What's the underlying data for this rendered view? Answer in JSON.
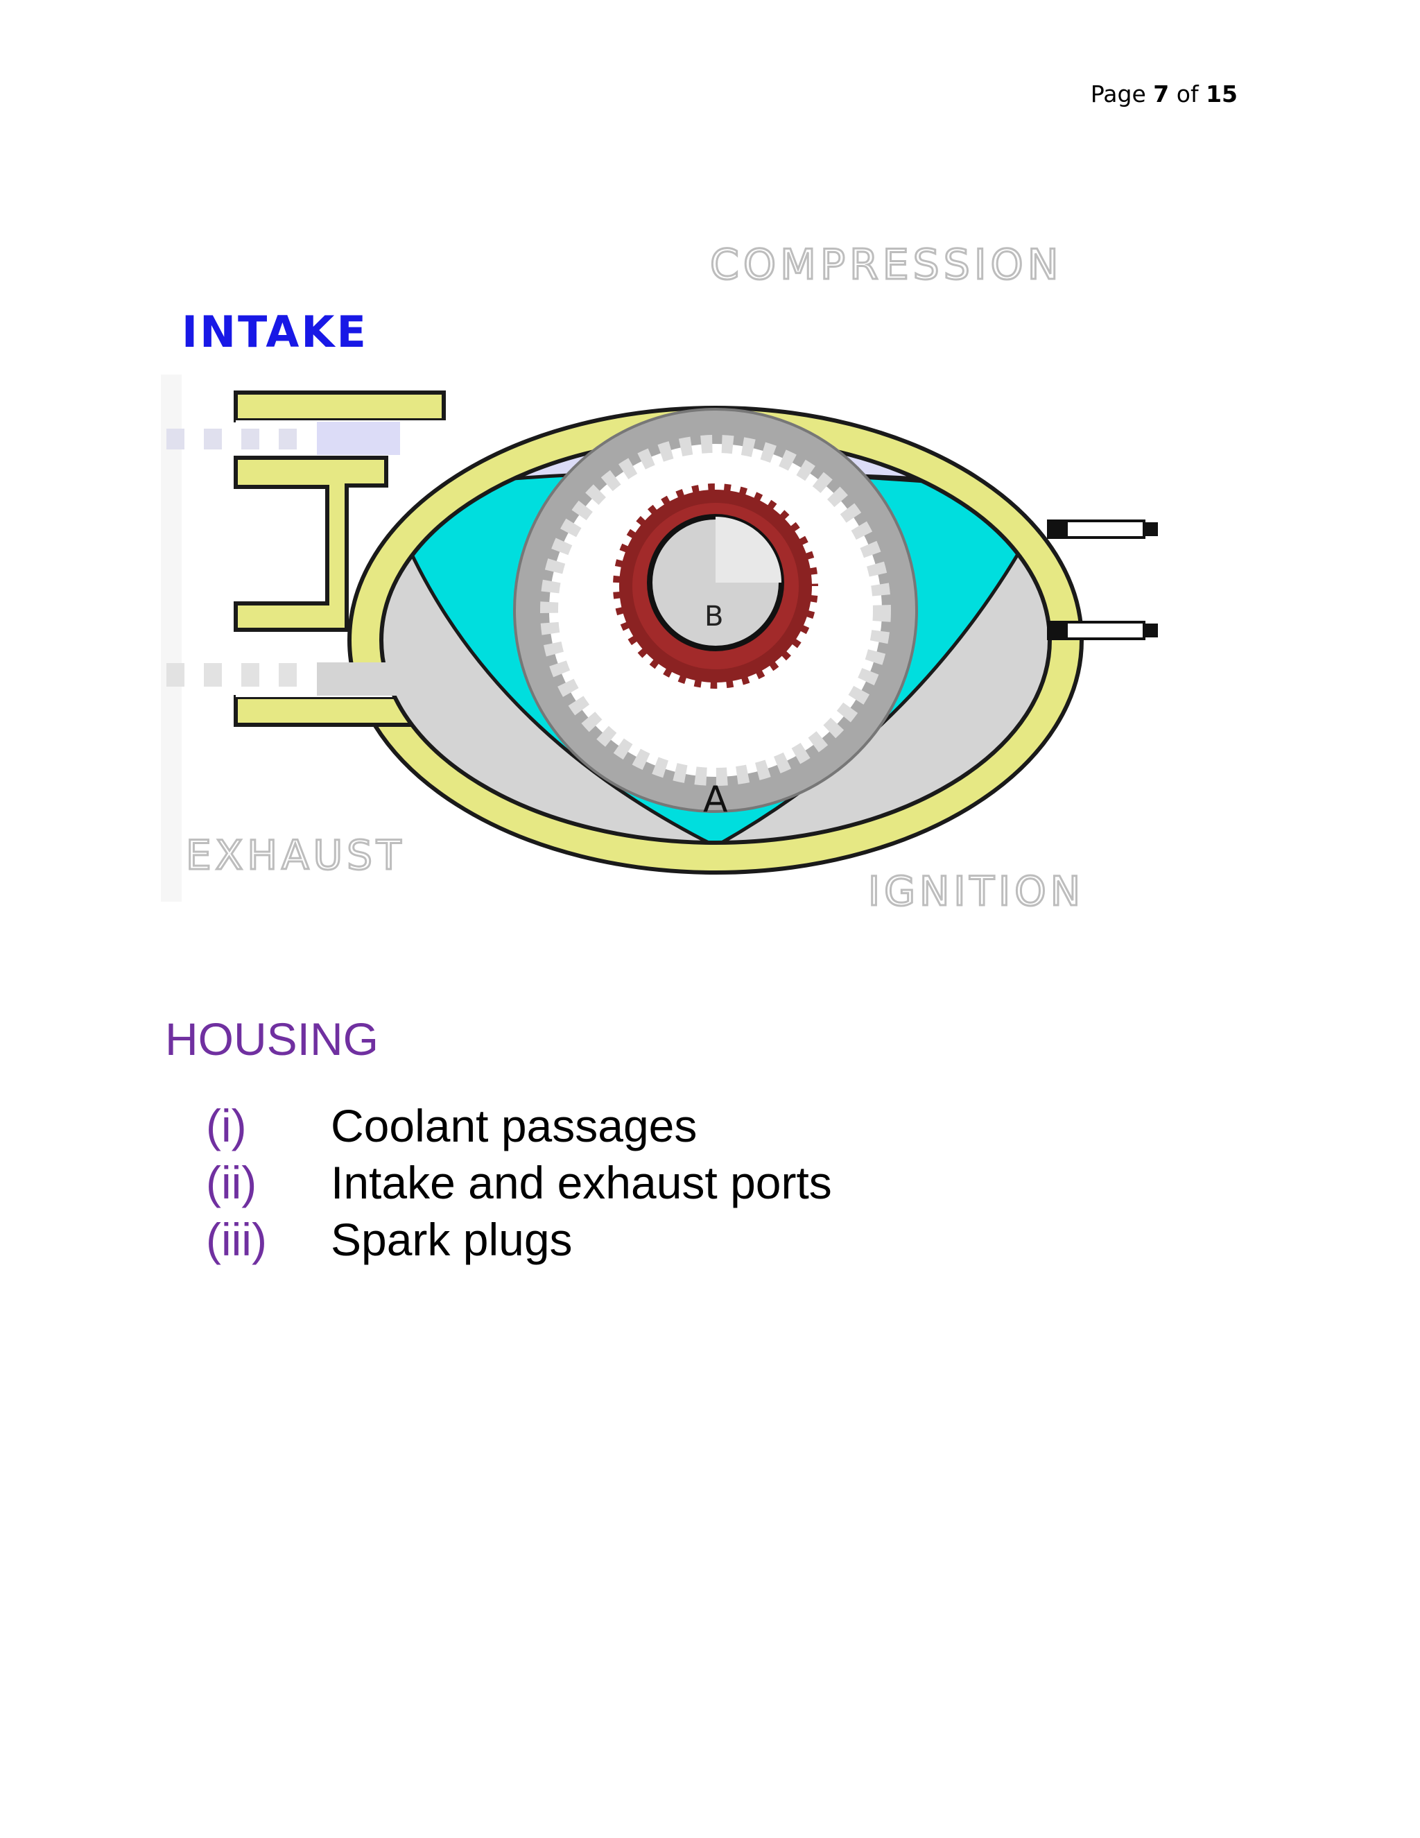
{
  "header": {
    "page_label": "Page",
    "page_current": "7",
    "page_of": "of",
    "page_total": "15"
  },
  "diagram": {
    "labels": {
      "intake": "INTAKE",
      "compression": "COMPRESSION",
      "exhaust": "EXHAUST",
      "ignition": "IGNITION",
      "rotor_tip": "A",
      "shaft": "B"
    },
    "colors": {
      "housing_wall": "#e6e884",
      "housing_outline": "#1a1a1a",
      "intake_chamber": "#dcdcf7",
      "rotor": "#00dede",
      "exhaust_chamber": "#d4d4d4",
      "gear_ring": "#a8a8a8",
      "pinion_gear": "#8b2222",
      "intake_text": "#1818e6",
      "faded_text": "#c8c8c8"
    }
  },
  "section": {
    "heading": "HOUSING",
    "heading_color": "#7030a0",
    "numeral_color": "#7030a0",
    "items": [
      {
        "num": "(i)",
        "text": "Coolant passages"
      },
      {
        "num": "(ii)",
        "text": "Intake and exhaust ports"
      },
      {
        "num": "(iii)",
        "text": "Spark plugs"
      }
    ]
  }
}
